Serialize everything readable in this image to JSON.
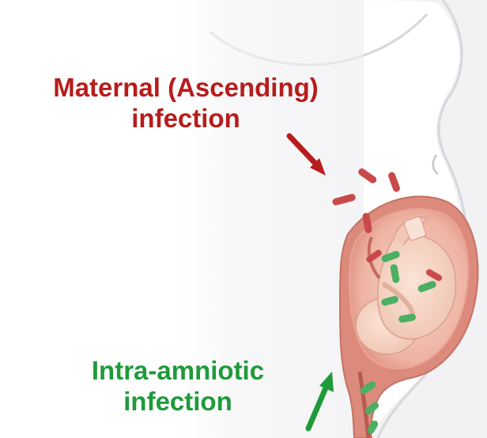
{
  "labels": {
    "maternal": {
      "line1": "Maternal (Ascending)",
      "line2": "infection",
      "color": "#b81c1c"
    },
    "intra_amniotic": {
      "line1": "Intra-amniotic",
      "line2": "infection",
      "color": "#1f9a3a"
    }
  },
  "colors": {
    "maternal_pathogen": "#c84a4a",
    "amniotic_pathogen": "#4caf62",
    "body_outline": "#d6d6dc",
    "body_fill": "#f3f3f5",
    "uterus_wall": "#d9867a",
    "uterus_inner": "#f0b6a6",
    "fetus": "#f6d2c2"
  }
}
